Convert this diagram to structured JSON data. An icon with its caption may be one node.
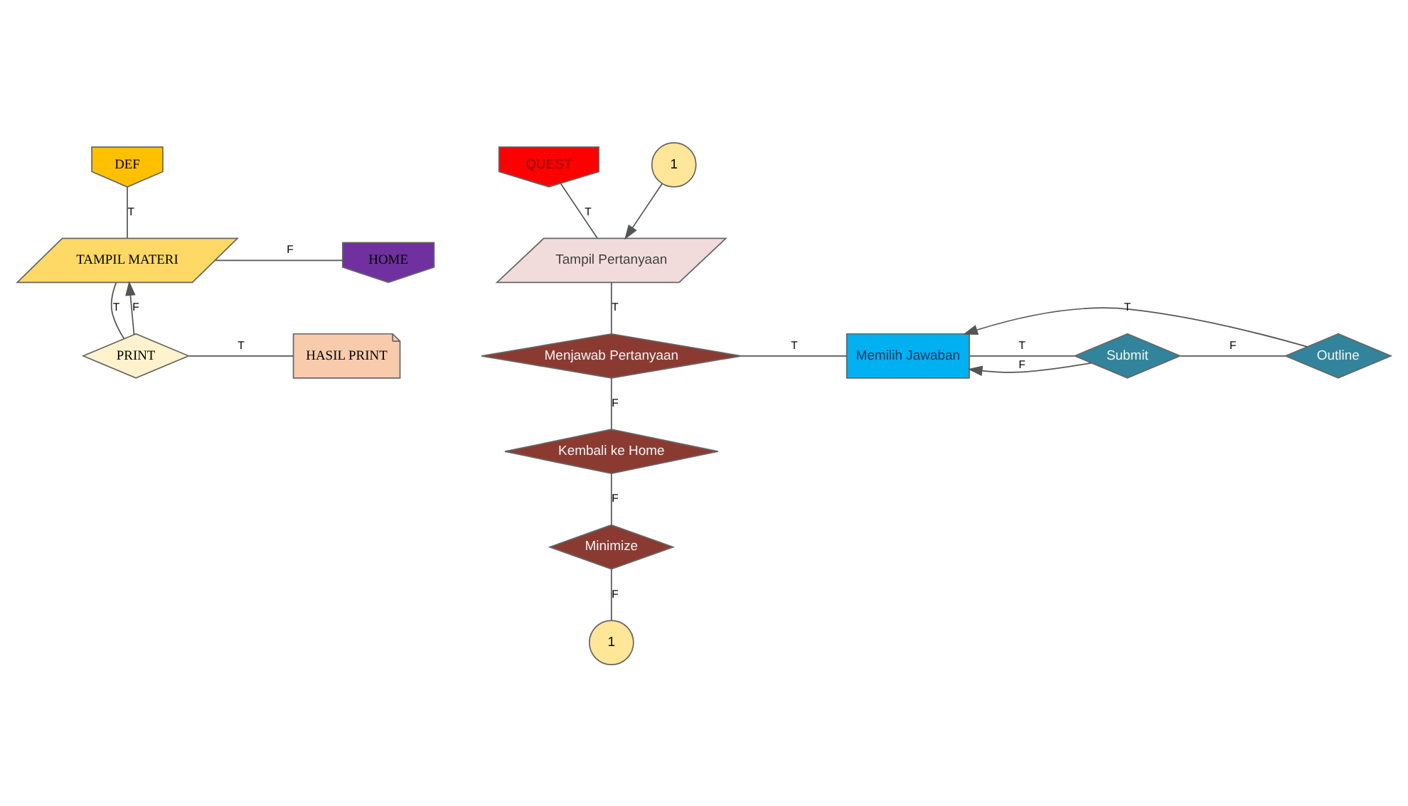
{
  "diagram": {
    "nodes": [
      {
        "text": [
          "DEF"
        ]
      },
      {
        "text": [
          "TAMPIL MATERI"
        ]
      },
      {
        "text": [
          "HOME"
        ]
      },
      {
        "text": [
          "PRINT"
        ]
      },
      {
        "text": [
          "HASIL PRINT"
        ]
      },
      {
        "text": [
          "QUEST"
        ]
      },
      {
        "text": [
          "1"
        ]
      },
      {
        "text": [
          "Tampil Pertanyaan"
        ]
      },
      {
        "text": [
          "Menjawab Pertanyaan"
        ]
      },
      {
        "text": [
          "Memilih Jawaban"
        ]
      },
      {
        "text": [
          "Submit"
        ]
      },
      {
        "text": [
          "Outline"
        ]
      },
      {
        "text": [
          "Kembali ke Home"
        ]
      },
      {
        "text": [
          "Minimize"
        ]
      },
      {
        "text": [
          "1"
        ]
      }
    ],
    "edges": [
      {
        "from": 0,
        "to": 1,
        "arrow": "none",
        "label": "T"
      },
      {
        "from": 1,
        "to": 2,
        "arrow": "none",
        "label": "F"
      },
      {
        "from": 1,
        "to": 3,
        "arrow": "none",
        "label": "T"
      },
      {
        "from": 3,
        "to": 1,
        "arrow": "to",
        "label": "F"
      },
      {
        "from": 3,
        "to": 4,
        "arrow": "none",
        "label": "T"
      },
      {
        "from": 5,
        "to": 7,
        "arrow": "none",
        "label": "T"
      },
      {
        "from": 6,
        "to": 7,
        "arrow": "to"
      },
      {
        "from": 7,
        "to": 8,
        "arrow": "none",
        "label": "T"
      },
      {
        "from": 8,
        "to": 9,
        "arrow": "none",
        "label": "T"
      },
      {
        "from": 9,
        "to": 10,
        "arrow": "none",
        "label": "T"
      },
      {
        "from": 10,
        "to": 11,
        "arrow": "none",
        "label": "F"
      },
      {
        "from": 10,
        "to": 9,
        "arrow": "to",
        "label": "F"
      },
      {
        "from": 11,
        "to": 9,
        "arrow": "to",
        "label": "T"
      },
      {
        "from": 8,
        "to": 12,
        "arrow": "none",
        "label": "F"
      },
      {
        "from": 12,
        "to": 13,
        "arrow": "none",
        "label": "F"
      },
      {
        "from": 13,
        "to": 14,
        "arrow": "none",
        "label": "F"
      }
    ]
  }
}
